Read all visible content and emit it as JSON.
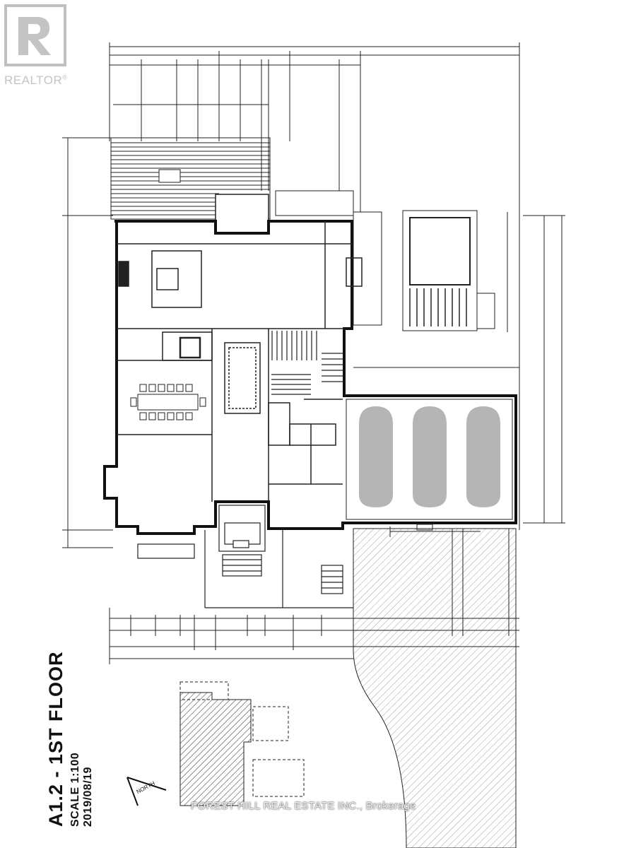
{
  "logo": {
    "text": "REALTOR",
    "mark": "®"
  },
  "title": {
    "main": "A1.2 - 1ST FLOOR",
    "scale": "SCALE 1:100",
    "date": "2019/08/19"
  },
  "watermark": "FOREST HILL REAL ESTATE INC., Brokerage",
  "north": "NORTH",
  "icons": {
    "logo": "realtor-house-icon",
    "north": "north-arrow-icon"
  },
  "colors": {
    "line": "#111111",
    "garage_car": "#b5b5b5",
    "logo": "#c4c4c4"
  }
}
